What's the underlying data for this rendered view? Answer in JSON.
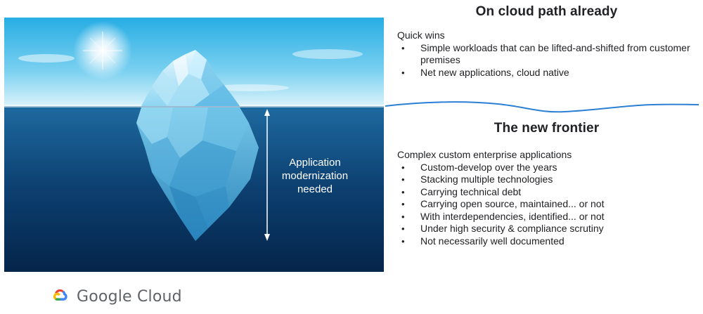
{
  "illustration": {
    "arrow_label": "Application modernization needed"
  },
  "top_section": {
    "title": "On cloud path already",
    "lead": "Quick wins",
    "bullets": [
      "Simple workloads that can be lifted-and-shifted from customer premises",
      "Net new applications, cloud native"
    ]
  },
  "bottom_section": {
    "title": "The new frontier",
    "lead": "Complex custom enterprise applications",
    "bullets": [
      "Custom-develop over the years",
      "Stacking multiple technologies",
      "Carrying technical debt",
      "Carrying open source, maintained... or not",
      "With interdependencies, identified... or not",
      "Under high security & compliance scrutiny",
      "Not necessarily well documented"
    ]
  },
  "logo": {
    "text": "Google Cloud",
    "icon": "google-cloud-icon"
  },
  "colors": {
    "sky_top": "#2fb3e6",
    "sky_bottom": "#d8f1fb",
    "water_top": "#1d5f93",
    "water_bottom": "#062a4e",
    "ice": "#8fd6f2",
    "wave_line": "#2b7fd4"
  }
}
